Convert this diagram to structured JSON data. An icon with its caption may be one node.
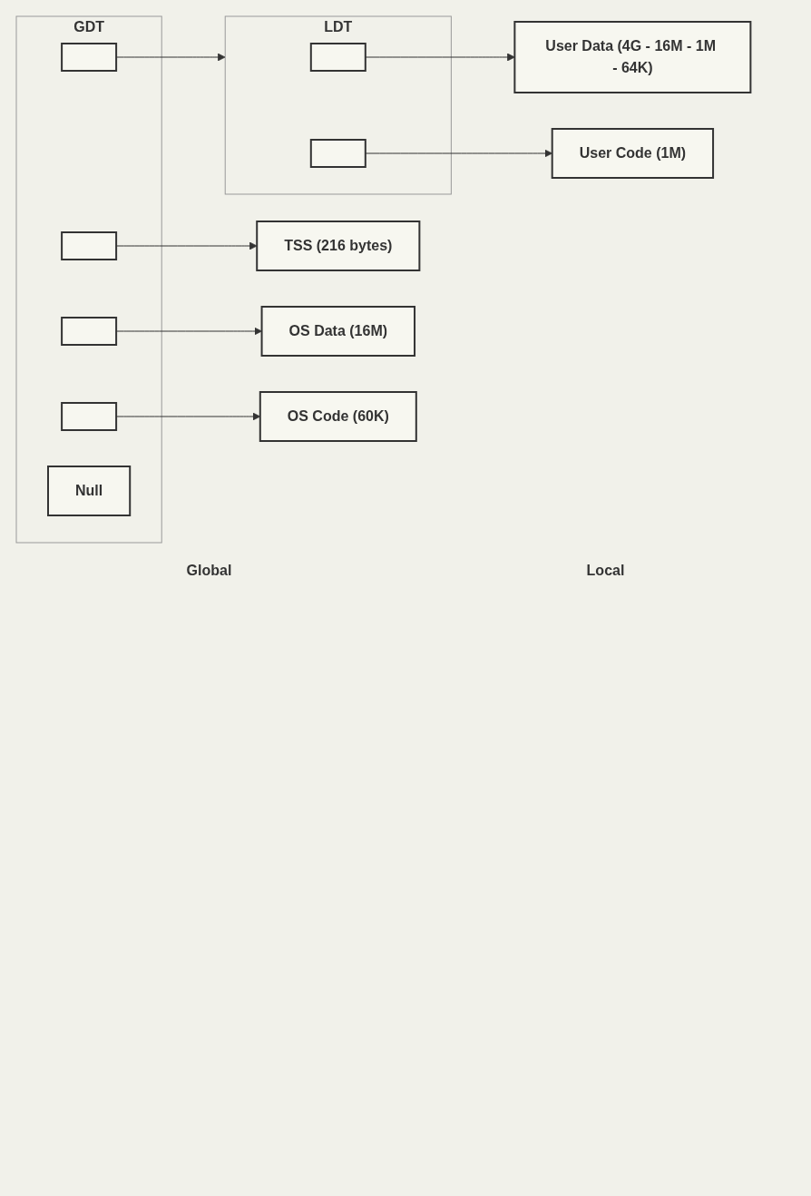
{
  "diagram": {
    "nodes": [
      {
        "text": [
          "OS Data (16M)"
        ]
      },
      {
        "text": [
          "TSS (216 bytes)"
        ]
      },
      {
        "text": [
          "OS Code (60K)"
        ]
      },
      {
        "text": [
          "User Code (1M)"
        ]
      },
      {
        "text": [
          "User Data (4G - 16M - 1M - 64K)"
        ]
      },
      {
        "text": [
          "GDT"
        ]
      },
      {
        "text": [],
        "shape": "box",
        "in": 5
      },
      {
        "text": [],
        "shape": "box",
        "in": 5
      },
      {
        "text": [],
        "shape": "box",
        "in": 5
      },
      {
        "text": [],
        "shape": "box",
        "in": 5
      },
      {
        "text": [
          "Null"
        ],
        "in": 5
      },
      {
        "text": [
          "LDT"
        ]
      },
      {
        "text": [],
        "shape": "box",
        "in": 11
      },
      {
        "text": [],
        "shape": "box",
        "in": 11
      }
    ],
    "edges": [
      {
        "from": 6,
        "to": 11,
        "arrow": "to"
      },
      {
        "from": 7,
        "to": 1,
        "arrow": "to"
      },
      {
        "from": 8,
        "to": 0,
        "arrow": "to"
      },
      {
        "from": 9,
        "to": 2,
        "arrow": "to"
      },
      {
        "from": 12,
        "to": 4,
        "arrow": "to"
      },
      {
        "from": 13,
        "to": 3,
        "arrow": "to"
      }
    ],
    "labels": [
      "Global",
      "Local"
    ]
  }
}
